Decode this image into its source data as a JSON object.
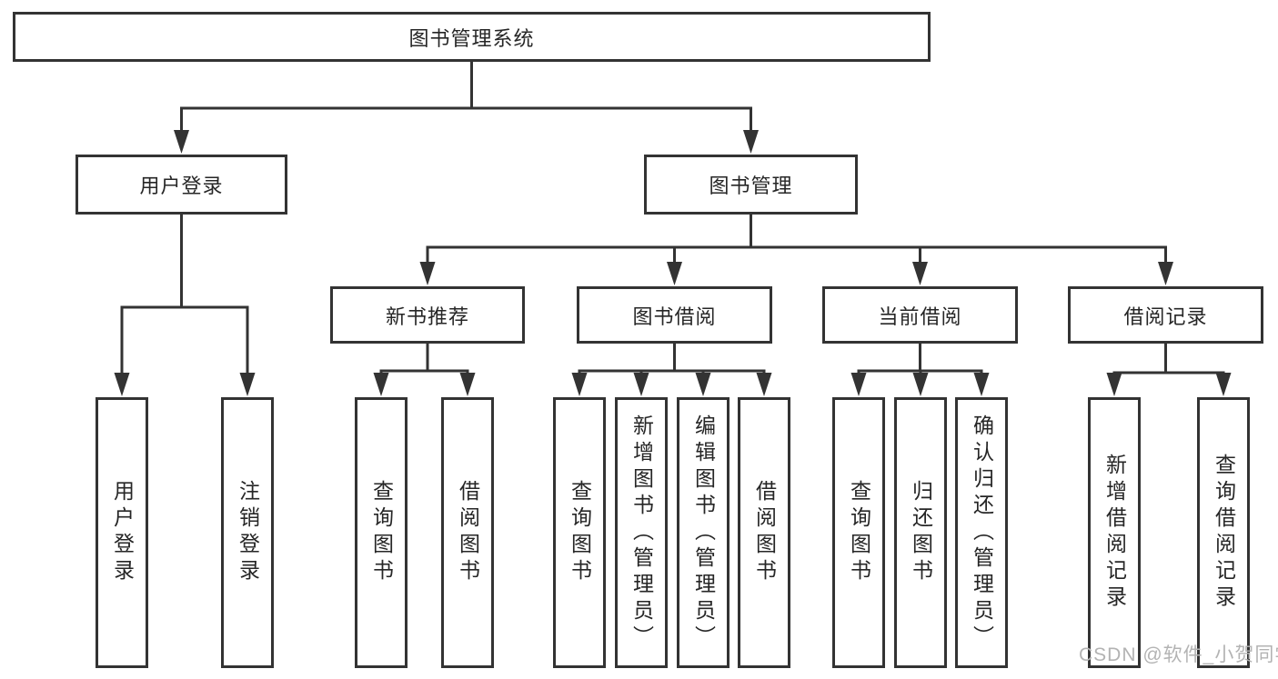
{
  "tree": {
    "root": "图书管理系统",
    "branches": [
      {
        "label": "用户登录",
        "children": [
          "用户登录",
          "注销登录"
        ]
      },
      {
        "label": "图书管理",
        "groups": [
          {
            "label": "新书推荐",
            "children": [
              "查询图书",
              "借阅图书"
            ]
          },
          {
            "label": "图书借阅",
            "children": [
              "查询图书",
              "新增图书（管理员）",
              "编辑图书（管理员）",
              "借阅图书"
            ]
          },
          {
            "label": "当前借阅",
            "children": [
              "查询图书",
              "归还图书",
              "确认归还（管理员）"
            ]
          },
          {
            "label": "借阅记录",
            "children": [
              "新增借阅记录",
              "查询借阅记录"
            ]
          }
        ]
      }
    ]
  },
  "watermark": "CSDN @软件_小贺同学",
  "colors": {
    "line": "#333333",
    "text": "#262626",
    "watermark": "#b3b3b3",
    "background": "#ffffff"
  }
}
